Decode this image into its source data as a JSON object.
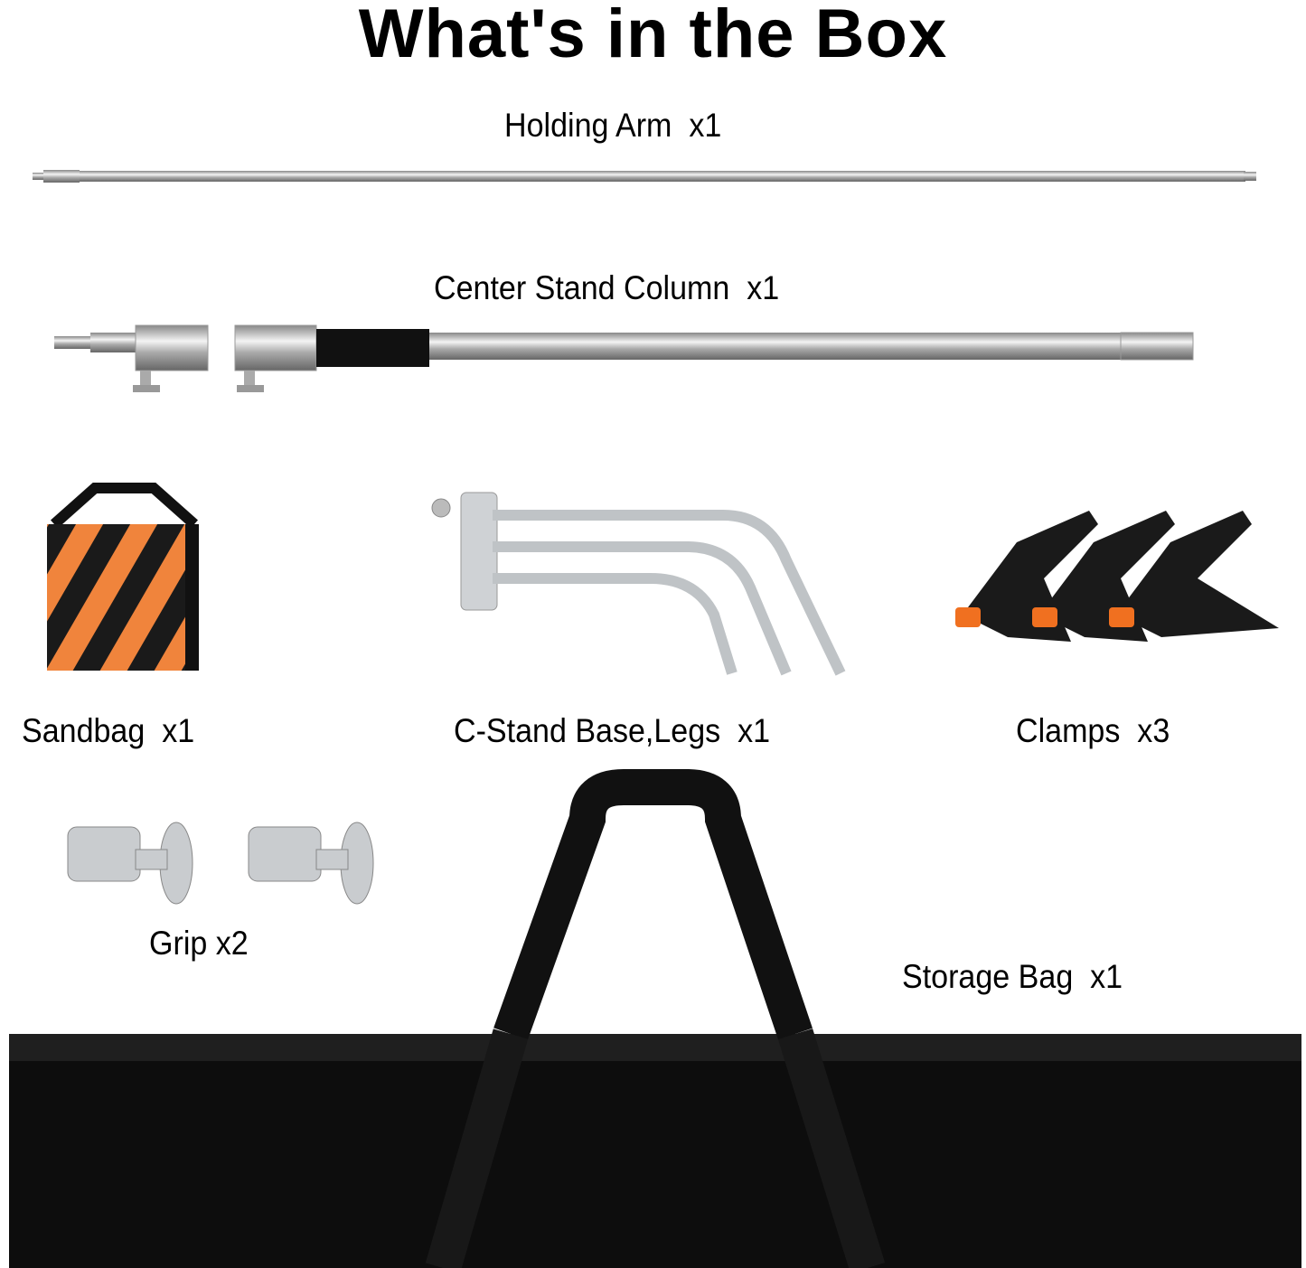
{
  "header": {
    "title": "What's in the Box"
  },
  "items": [
    {
      "name": "Holding Arm",
      "qty": "x1",
      "label": "Holding Arm  x1"
    },
    {
      "name": "Center Stand Column",
      "qty": "x1",
      "label": "Center Stand Column  x1"
    },
    {
      "name": "Sandbag",
      "qty": "x1",
      "label": "Sandbag  x1"
    },
    {
      "name": "C-Stand Base,Legs",
      "qty": "x1",
      "label": "C-Stand Base,Legs  x1"
    },
    {
      "name": "Clamps",
      "qty": "x3",
      "label": "Clamps  x3"
    },
    {
      "name": "Grip",
      "qty": "x2",
      "label": "Grip x2"
    },
    {
      "name": "Storage Bag",
      "qty": "x1",
      "label": "Storage Bag  x1"
    }
  ],
  "colors": {
    "orange": "#f0843c",
    "black": "#111111",
    "steel": "#c9cccf"
  }
}
